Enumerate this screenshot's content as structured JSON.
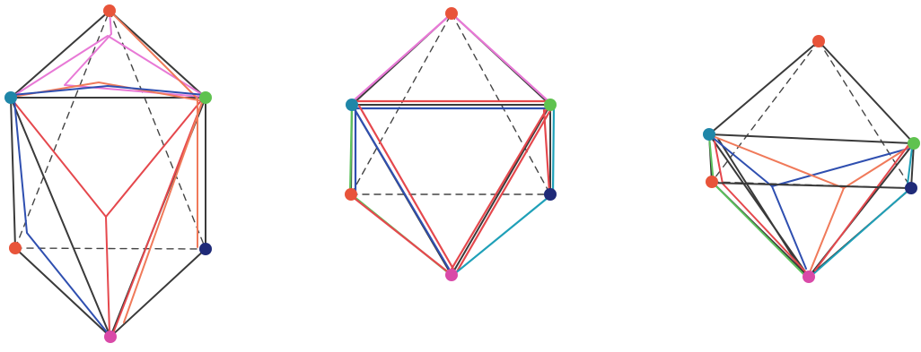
{
  "colors": {
    "paper": "#ffffff",
    "black_edge": "#3a3a3a",
    "hidden_edge": "#444444",
    "red": "#e5484d",
    "salmon": "#f07a5a",
    "blue": "#2f4fb0",
    "pink": "#e879d6",
    "green": "#5cc25c",
    "teal": "#1fa0b8",
    "vertex_red": "#e8543a",
    "vertex_teal": "#1f86a8",
    "vertex_green": "#5fc24f",
    "vertex_navy": "#1f2a78",
    "vertex_magenta": "#d94aa8"
  },
  "figures": [
    {
      "name": "elongated-bipyramid",
      "vertices": [
        "top",
        "upper-left",
        "upper-right",
        "lower-left",
        "lower-right",
        "bottom"
      ],
      "icon": "polyhedron-sketch-icon"
    },
    {
      "name": "hexahedron-variant",
      "vertices": [
        "top",
        "upper-left",
        "upper-right",
        "lower-left",
        "lower-right",
        "bottom"
      ],
      "icon": "polyhedron-sketch-icon"
    },
    {
      "name": "octahedron",
      "vertices": [
        "top",
        "left",
        "right",
        "left-back",
        "right-back",
        "bottom"
      ],
      "icon": "polyhedron-sketch-icon"
    }
  ]
}
